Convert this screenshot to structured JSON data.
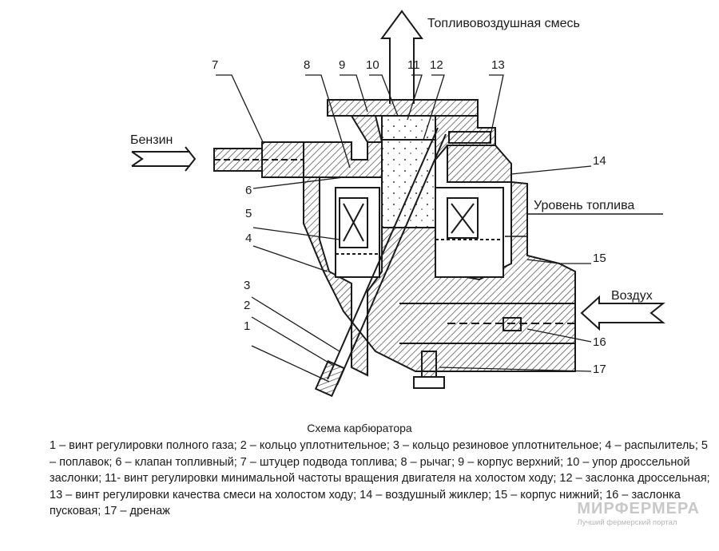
{
  "diagram": {
    "top_label": "Топливовоздушная смесь",
    "inlet_label": "Бензин",
    "fuel_level_label": "Уровень топлива",
    "air_label": "Воздух",
    "part_numbers": [
      "1",
      "2",
      "3",
      "4",
      "5",
      "6",
      "7",
      "8",
      "9",
      "10",
      "11",
      "12",
      "13",
      "14",
      "15",
      "16",
      "17"
    ]
  },
  "caption": "Схема карбюратора",
  "legend": "1 – винт регулировки полного газа; 2 – кольцо уплотнительное; 3 – кольцо резиновое уплотнительное; 4 – распылитель; 5 – поплавок; 6 – клапан топливный; 7 – штуцер подвода топлива; 8 – рычаг; 9 – корпус верхний; 10 – упор дроссельной заслонки; 11- винт регулировки минимальной частоты вращения двигателя на холостом ходу; 12 – заслонка дроссельная; 13 – винт регулировки качества смеси на холостом ходу; 14 – воздушный жиклер; 15 – корпус нижний; 16 – заслонка пусковая; 17 – дренаж",
  "watermark": {
    "name": "МИРФЕРМЕРА",
    "tagline": "Лучший фермерский портал"
  },
  "colors": {
    "ink": "#1a1a1a",
    "hatch": "#444444",
    "watermark": "#c8c8c8"
  }
}
